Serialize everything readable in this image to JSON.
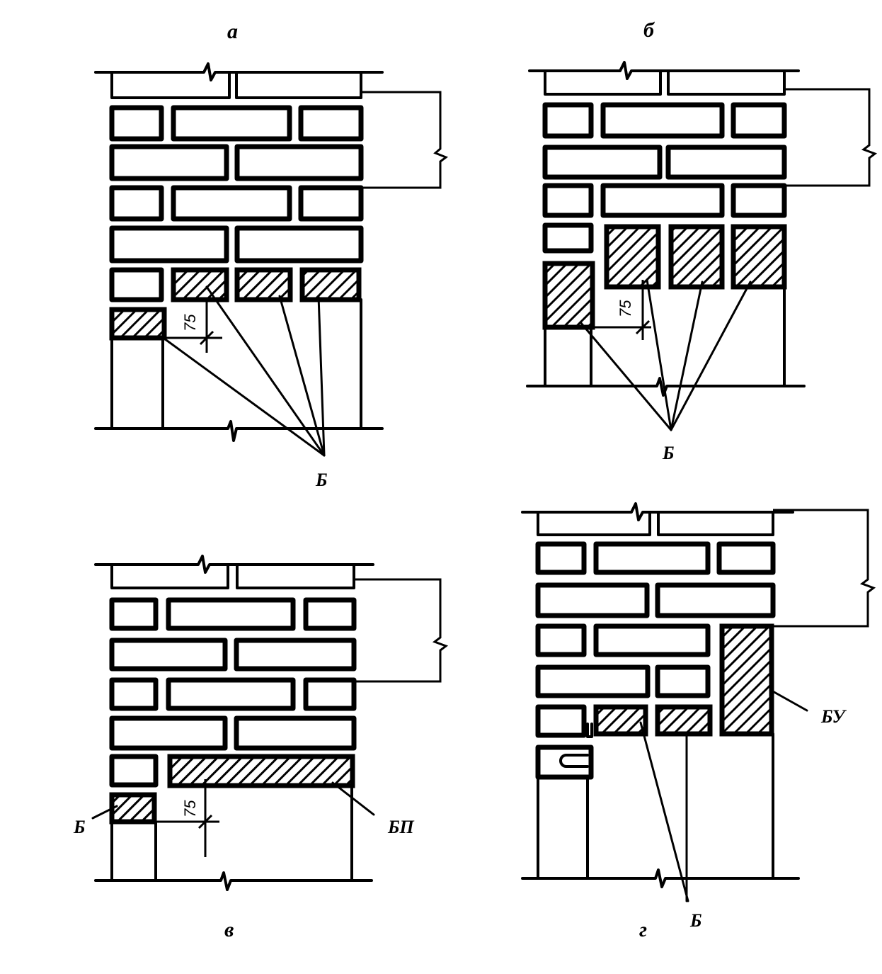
{
  "figure": {
    "panels": [
      {
        "id": "a",
        "caption": "а",
        "callout": "Б",
        "dimension": "75"
      },
      {
        "id": "b",
        "caption": "б",
        "callout": "Б",
        "dimension": "75"
      },
      {
        "id": "v",
        "caption": "в",
        "callout_left": "Б",
        "callout_right": "БП",
        "dimension": "75"
      },
      {
        "id": "g",
        "caption": "г",
        "callout_bottom": "Б",
        "callout_right": "БУ"
      }
    ]
  }
}
